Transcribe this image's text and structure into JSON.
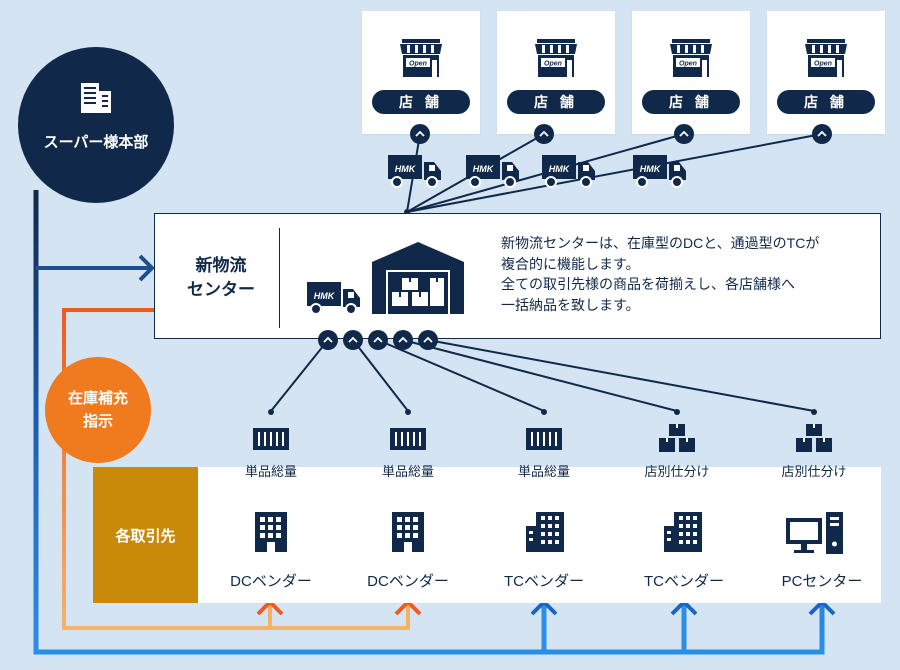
{
  "headquarters": {
    "label": "スーパー様本部",
    "icon": "building-icon"
  },
  "stores": [
    {
      "label": "店 舗",
      "sign": "Open"
    },
    {
      "label": "店 舗",
      "sign": "Open"
    },
    {
      "label": "店 舗",
      "sign": "Open"
    },
    {
      "label": "店 舗",
      "sign": "Open"
    }
  ],
  "truck_logo": "HMK",
  "logistics_center": {
    "title_line1": "新物流",
    "title_line2": "センター",
    "description": [
      "新物流センターは、在庫型のDCと、通過型のTCが",
      "複合的に機能します。",
      "全ての取引先様の商品を荷揃えし、各店舗様へ",
      "一括納品を致します。"
    ]
  },
  "restock_instruction": {
    "line1": "在庫補充",
    "line2": "指示"
  },
  "suppliers": {
    "label": "各取引先",
    "vendors": [
      {
        "name": "DCベンダー",
        "mode": "単品総量",
        "mode_icon": "container-icon",
        "vendor_icon": "building-icon"
      },
      {
        "name": "DCベンダー",
        "mode": "単品総量",
        "mode_icon": "container-icon",
        "vendor_icon": "building-icon"
      },
      {
        "name": "TCベンダー",
        "mode": "単品総量",
        "mode_icon": "container-icon",
        "vendor_icon": "office-building-icon"
      },
      {
        "name": "TCベンダー",
        "mode": "店別仕分け",
        "mode_icon": "box-stack-icon",
        "vendor_icon": "office-building-icon"
      },
      {
        "name": "PCセンター",
        "mode": "店別仕分け",
        "mode_icon": "box-stack-icon",
        "vendor_icon": "computer-icon"
      }
    ]
  },
  "colors": {
    "navy": "#10294a",
    "orange": "#f07a1e",
    "gold": "#c98a0a",
    "background": "#d4e4f2",
    "blue": "#2a8fe6"
  }
}
